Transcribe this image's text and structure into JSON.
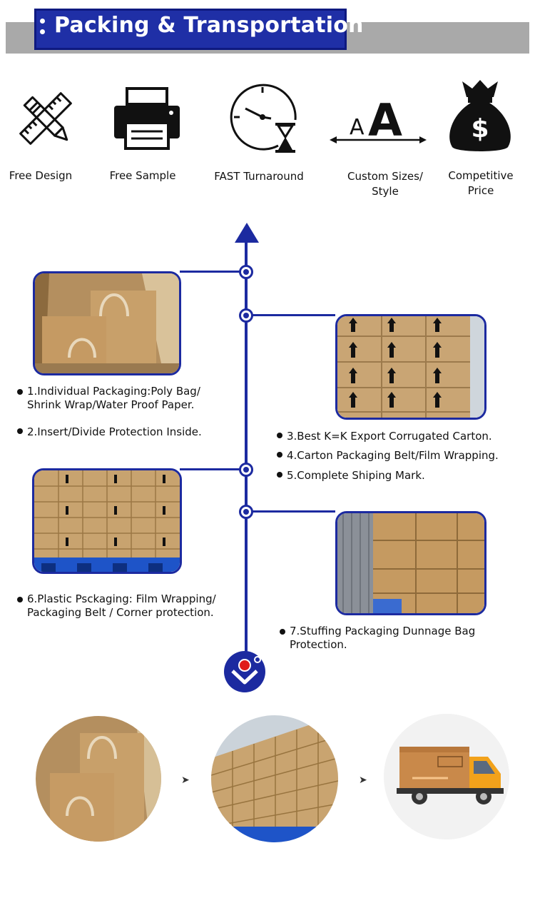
{
  "header": {
    "title": "Packing & Transportation"
  },
  "features": [
    {
      "icon": "pencil-ruler-icon",
      "label": "Free Design"
    },
    {
      "icon": "printer-icon",
      "label": "Free Sample"
    },
    {
      "icon": "clock-hourglass-icon",
      "label": "FAST Turnaround"
    },
    {
      "icon": "font-size-icon",
      "label": "Custom Sizes/\nStyle"
    },
    {
      "icon": "money-bag-icon",
      "label": "Competitive\nPrice"
    }
  ],
  "steps": {
    "s1": "1.Individual Packaging:Poly Bag/\nShrink Wrap/Water Proof Paper.",
    "s2": "2.Insert/Divide Protection Inside.",
    "s3": "3.Best K=K Export Corrugated Carton.",
    "s4": "4.Carton Packaging Belt/Film Wrapping.",
    "s5": "5.Complete Shiping Mark.",
    "s6": "6.Plastic Psckaging: Film Wrapping/\nPackaging Belt / Corner protection.",
    "s7": "7.Stuffing Packaging Dunnage Bag\nProtection."
  },
  "flow": {
    "arrow": "➤"
  },
  "colors": {
    "accent": "#1c2aa0",
    "header_bg": "#1f2fa6",
    "header_bar": "#a9a9a9",
    "cardboard": "#c9a877",
    "truck_orange": "#f2a21b"
  }
}
